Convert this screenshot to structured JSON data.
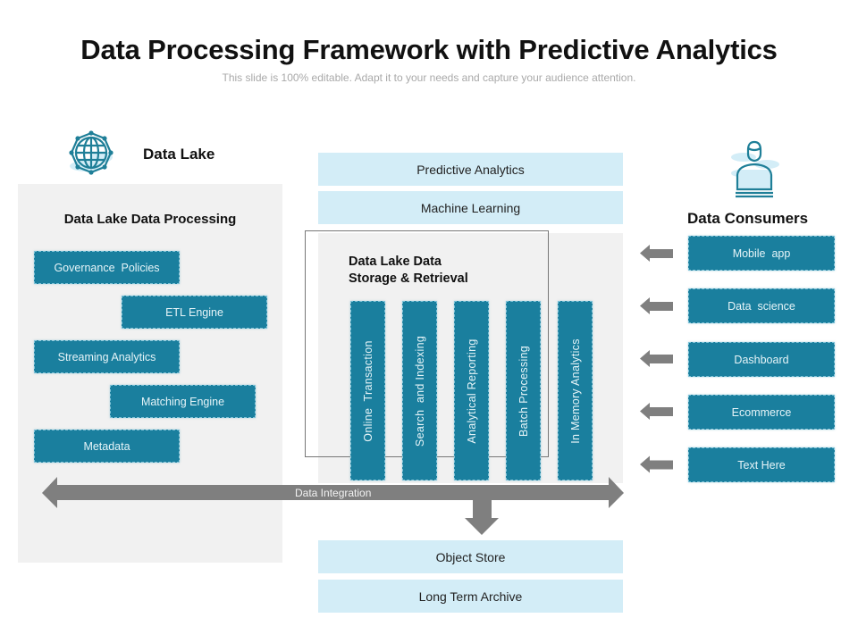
{
  "header": {
    "title": "Data Processing Framework with Predictive Analytics",
    "subtitle": "This slide is 100% editable. Adapt it to your needs and capture your audience attention."
  },
  "data_lake": {
    "icon": "globe-network-icon",
    "heading": "Data Lake",
    "processing_heading": "Data Lake Data Processing",
    "items": [
      {
        "label": "Governance  Policies"
      },
      {
        "label": "ETL Engine"
      },
      {
        "label": "Streaming Analytics"
      },
      {
        "label": "Matching Engine"
      },
      {
        "label": "Metadata"
      }
    ]
  },
  "center": {
    "top_layers": [
      {
        "label": "Predictive Analytics"
      },
      {
        "label": "Machine Learning"
      }
    ],
    "storage_heading_line1": "Data Lake Data",
    "storage_heading_line2": "Storage & Retrieval",
    "columns": [
      {
        "label": "Online  Transaction"
      },
      {
        "label": "Search  and Indexing"
      },
      {
        "label": "Analytical Reporting"
      },
      {
        "label": "Batch Processing"
      },
      {
        "label": "In Memory Analytics"
      }
    ],
    "integration_label": "Data Integration",
    "bottom_layers": [
      {
        "label": "Object Store"
      },
      {
        "label": "Long Term Archive"
      }
    ]
  },
  "consumers": {
    "icon": "user-laptop-icon",
    "heading": "Data Consumers",
    "items": [
      {
        "label": "Mobile  app"
      },
      {
        "label": "Data  science"
      },
      {
        "label": "Dashboard"
      },
      {
        "label": "Ecommerce"
      },
      {
        "label": "Text Here"
      }
    ]
  },
  "colors": {
    "teal": "#1a7f9e",
    "light_blue": "#d3edf7",
    "panel_gray": "#f1f1f1",
    "arrow_gray": "#7f7f7f"
  }
}
